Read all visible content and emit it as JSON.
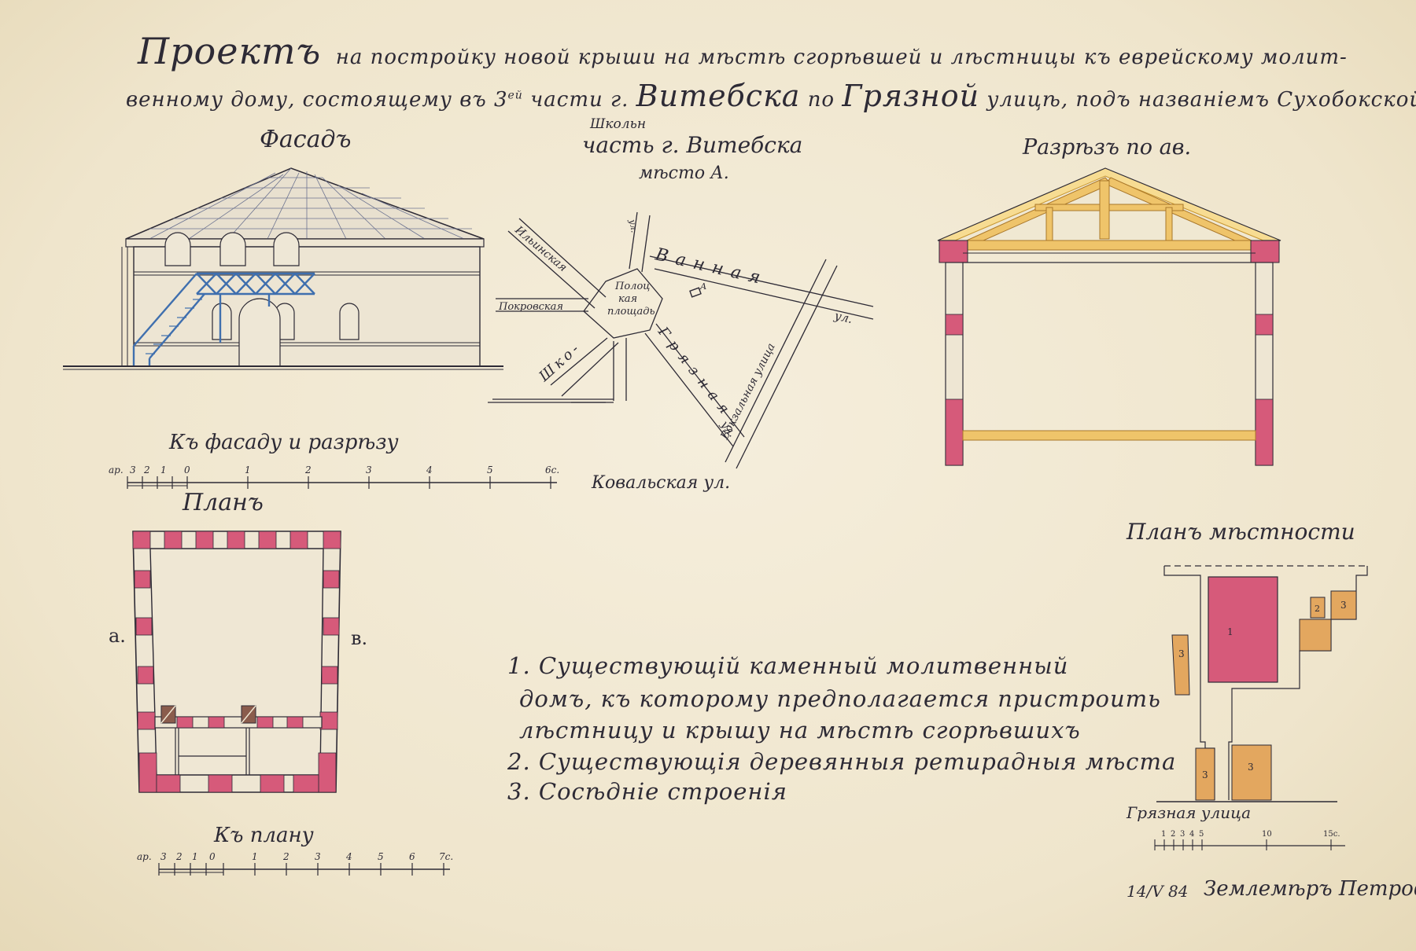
{
  "title": {
    "line1_first": "Проектъ",
    "line1_rest": "на постройку новой крыши на мѣстѣ сгорѣвшей и лѣстницы къ еврейскому молит-",
    "line2_a": "венному дому, состоящему въ 3",
    "line2_sup": "ей",
    "line2_b": "части г.",
    "line2_city": "Витебска",
    "line2_c": "по",
    "line2_street": "Грязной",
    "line2_d": "улицѣ, подъ названіемъ Сухобокской"
  },
  "facade": {
    "label": "Фасадъ",
    "scale_caption": "Къ фасаду и разрѣзу",
    "scale_ticks": [
      "ар.",
      "3",
      "2",
      "1",
      "0",
      "1",
      "2",
      "3",
      "4",
      "5",
      "6с."
    ]
  },
  "location_map": {
    "label_top": "Школьн",
    "label_1": "часть г. Витебска",
    "label_2": "мѣсто А.",
    "square": [
      "Полоц",
      "кая",
      "площадь"
    ],
    "streets": {
      "ilyinskaya": "Ильинская",
      "pokrovskaya": "Покровская",
      "vannaya": "Ванная",
      "ul": "ул.",
      "shkolnaya": "Шко-",
      "gryaznaya": "Грязная",
      "gryaznaya_ul": "ул.",
      "vokzalnaya": "Вокзальная улица",
      "ulitsa_short": "ул.",
      "kovalskaya": "Ковальская ул.",
      "lit": "А"
    }
  },
  "section": {
    "label": "Разрѣзъ по ав."
  },
  "plan": {
    "label": "Планъ",
    "letter_a": "а.",
    "letter_b": "в.",
    "scale_caption": "Къ плану",
    "scale_ticks": [
      "ар.",
      "3",
      "2",
      "1",
      "0",
      "1",
      "2",
      "3",
      "4",
      "5",
      "6",
      "7с."
    ]
  },
  "site_plan": {
    "label": "Планъ мѣстности",
    "street": "Грязная улица",
    "scale_ticks": [
      "1",
      "2",
      "3",
      "4",
      "5",
      "10",
      "15с."
    ],
    "numbers": [
      "1",
      "2",
      "3",
      "3",
      "3",
      "3"
    ]
  },
  "legend": [
    "1.  Существующій каменный молитвенный",
    "домъ, къ которому предполагается пристроить",
    "лѣстницу и крышу на мѣстѣ сгорѣвшихъ",
    "2.  Существующія деревянныя ретирадныя мѣста",
    "3.  Сосѣдніе строенія"
  ],
  "signature": {
    "date": "14/V 84",
    "text": "Землемѣръ Петровъ"
  },
  "colors": {
    "ink": "#2d2a35",
    "paper": "#f1e8d2",
    "brick_red": "#d65a7a",
    "wood_yellow": "#efc46a",
    "stair_blue": "#3f6fae",
    "neighbor_orange": "#e3a75f"
  }
}
